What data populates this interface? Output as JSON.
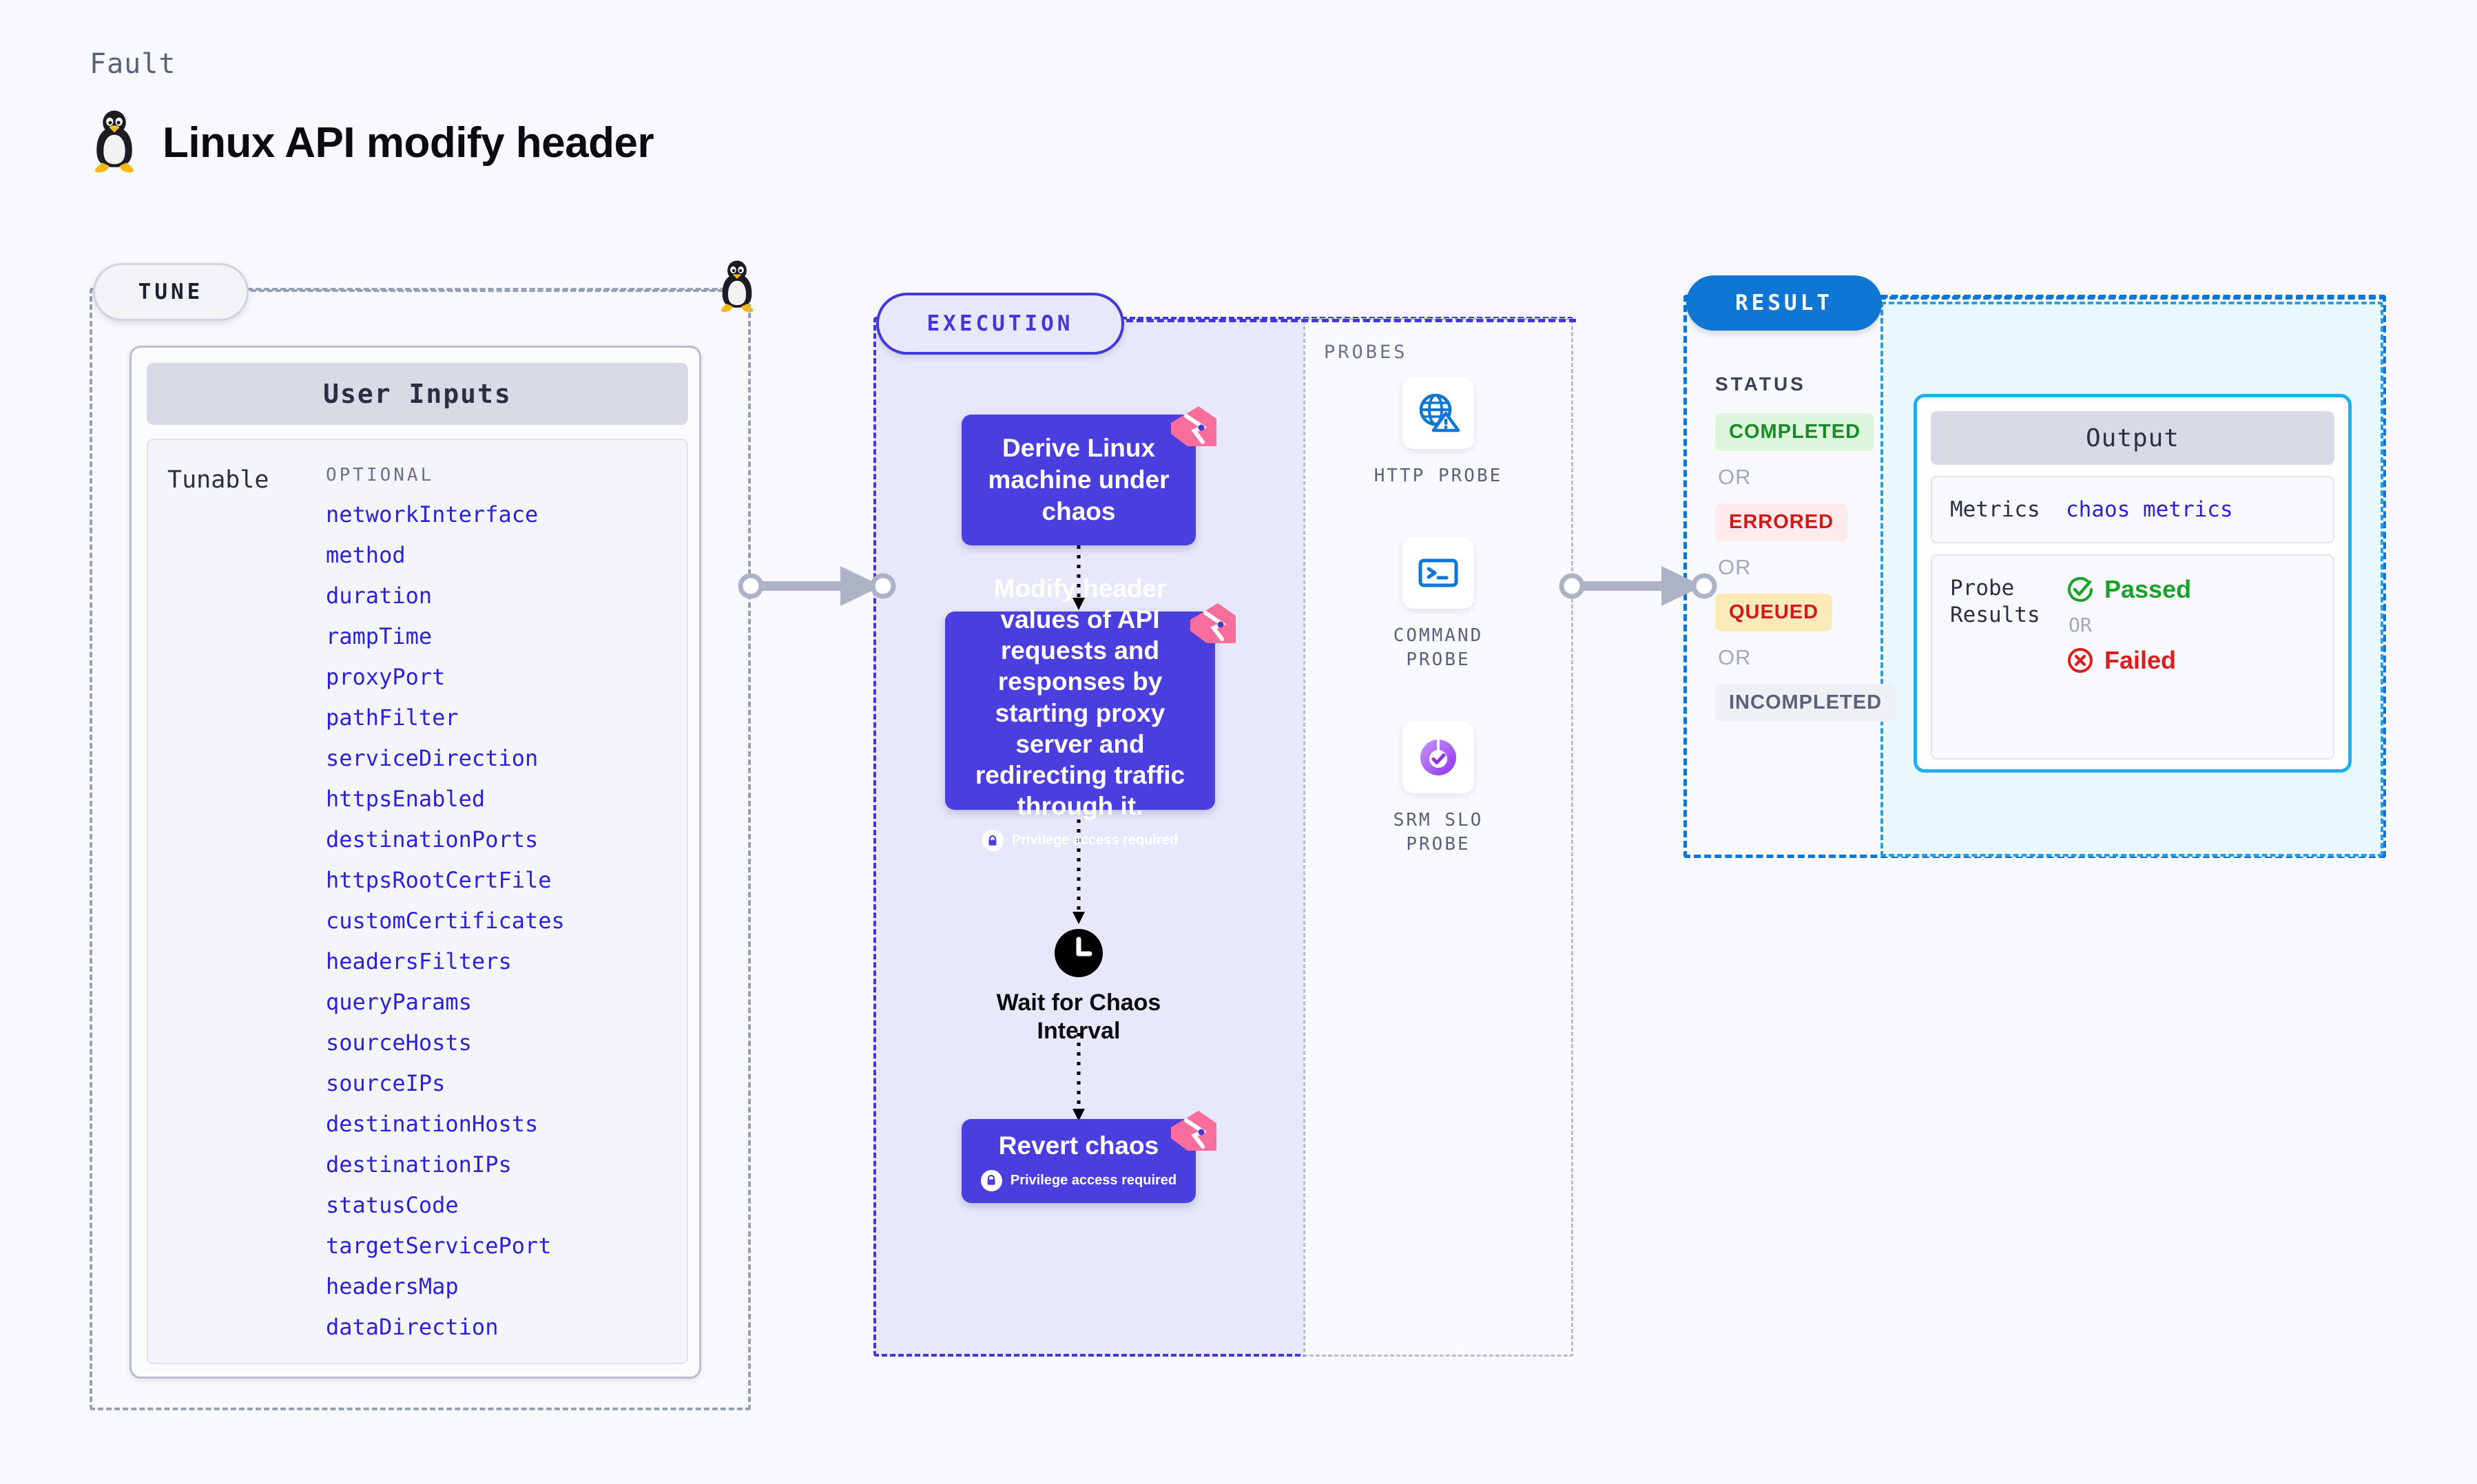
{
  "header": {
    "kicker": "Fault",
    "title": "Linux API modify header",
    "os_icon": "tux-penguin-icon"
  },
  "tune": {
    "pill_label": "TUNE",
    "card_title": "User Inputs",
    "tunable_label": "Tunable",
    "optional_label": "OPTIONAL",
    "parameters": [
      "networkInterface",
      "method",
      "duration",
      "rampTime",
      "proxyPort",
      "pathFilter",
      "serviceDirection",
      "httpsEnabled",
      "destinationPorts",
      "httpsRootCertFile",
      "customCertificates",
      "headersFilters",
      "queryParams",
      "sourceHosts",
      "sourceIPs",
      "destinationHosts",
      "destinationIPs",
      "statusCode",
      "targetServicePort",
      "headersMap",
      "dataDirection"
    ]
  },
  "execution": {
    "pill_label": "EXECUTION",
    "nodes": [
      {
        "text": "Derive Linux machine under chaos",
        "privilege": null,
        "ribbon": true
      },
      {
        "text": "Modify header values of API requests and responses by starting proxy server and redirecting traffic through it.",
        "privilege": "Privilege access required",
        "ribbon": true
      },
      {
        "text": "Revert chaos",
        "privilege": "Privilege access required",
        "ribbon": true
      }
    ],
    "wait_step": {
      "label": "Wait for Chaos Interval",
      "icon": "clock-icon"
    }
  },
  "probes": {
    "title": "PROBES",
    "items": [
      {
        "label": "HTTP PROBE",
        "icon": "globe-warning-icon"
      },
      {
        "label": "COMMAND PROBE",
        "icon": "terminal-icon"
      },
      {
        "label": "SRM SLO PROBE",
        "icon": "slo-donut-icon"
      }
    ]
  },
  "result": {
    "pill_label": "RESULT",
    "status_title": "STATUS",
    "or_label": "OR",
    "statuses": [
      {
        "label": "COMPLETED",
        "tone": "success"
      },
      {
        "label": "ERRORED",
        "tone": "error"
      },
      {
        "label": "QUEUED",
        "tone": "warning"
      },
      {
        "label": "INCOMPLETED",
        "tone": "neutral"
      }
    ],
    "output": {
      "title": "Output",
      "metrics_key": "Metrics",
      "metrics_value": "chaos metrics",
      "probe_results_key": "Probe Results",
      "passed_label": "Passed",
      "failed_label": "Failed",
      "or_label": "OR"
    }
  },
  "colors": {
    "node_purple": "#4a3ede",
    "exec_accent": "#4338d6",
    "result_accent": "#0f76d4",
    "output_border": "#21b0ec",
    "ribbon_pink": "#fa6e9e",
    "param_link": "#2b22d6",
    "success": "#18a22a",
    "error": "#e01b1b",
    "warning_bg": "#fdeab8",
    "neutral": "#5b6178"
  }
}
